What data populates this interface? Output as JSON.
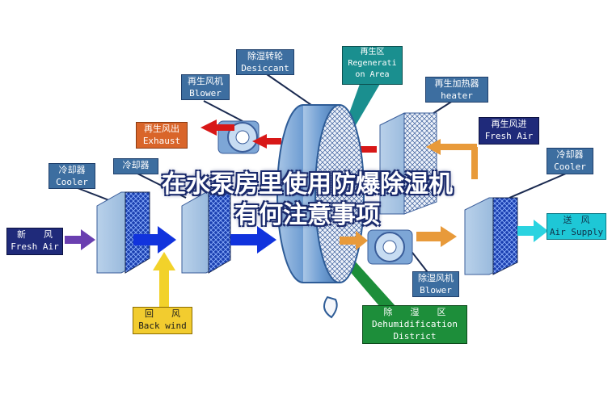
{
  "labels": {
    "desiccant": {
      "cn": "除湿转轮",
      "en": "Desiccant"
    },
    "regeneration_area": {
      "cn": "再生区",
      "en1": "Regenerati",
      "en2": "on Area"
    },
    "regen_blower": {
      "cn": "再生风机",
      "en": "Blower"
    },
    "regen_heater": {
      "cn": "再生加热器",
      "en": "heater"
    },
    "regen_exhaust": {
      "cn": "再生风出",
      "en": "Exhaust"
    },
    "regen_fresh_air": {
      "cn": "再生风进",
      "en": "Fresh Air"
    },
    "cooler_left": {
      "cn": "冷却器",
      "en": "Cooler"
    },
    "cooler_mid": {
      "cn": "冷却器"
    },
    "cooler_right": {
      "cn": "冷却器",
      "en": "Cooler"
    },
    "fresh_air": {
      "cn": "新　　风",
      "en": "Fresh Air"
    },
    "air_supply": {
      "cn": "送　风",
      "en": "Air Supply"
    },
    "back_wind": {
      "cn": "回　　风",
      "en": "Back wind"
    },
    "dehum_blower": {
      "cn": "除湿风机",
      "en": "Blower"
    },
    "dehum_district": {
      "cn": "除　　湿　　区",
      "en1": "Dehumidification",
      "en2": "District"
    }
  },
  "overlay_title": {
    "line1": "在水泵房里使用防爆除湿机",
    "line2": "有何注意事项"
  },
  "colors": {
    "label_blue": "#3d6ea0",
    "exhaust_orange": "#d9652a",
    "fresh_air_navy": "#1f2a7a",
    "supply_cyan": "#1ec7d6",
    "back_wind_yellow": "#f2cc2f",
    "dehum_green": "#1d8e3a",
    "arrow_blue": "#1133dd",
    "arrow_red": "#d81818",
    "arrow_orange": "#e89a3a",
    "arrow_purple": "#6a3fb0",
    "arrow_cyan": "#2ad3e0",
    "arrow_yellow": "#f2d22a"
  }
}
